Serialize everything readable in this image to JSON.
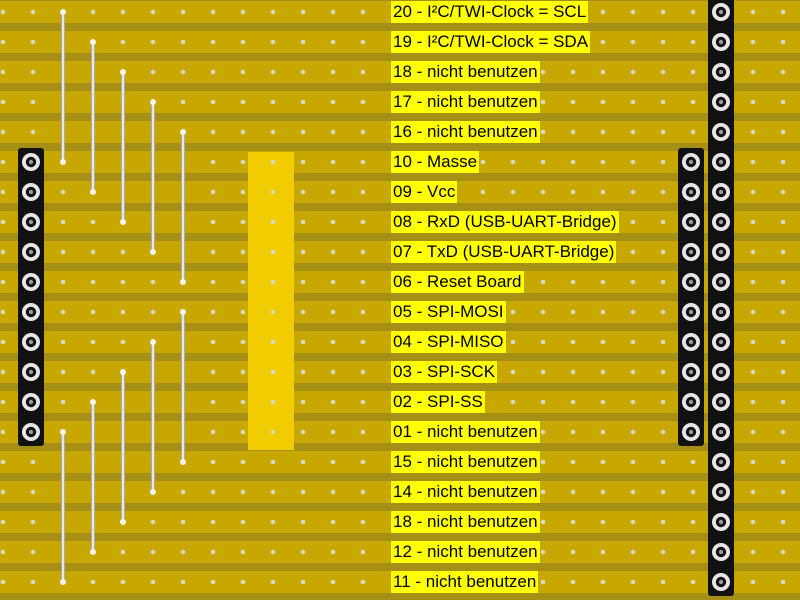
{
  "board": {
    "strip_color": "#c8a800",
    "gap_color": "#a58f14",
    "hole_color": "#d9d9c0",
    "wire_color": "#e8e8e8",
    "header_color": "#111111",
    "bridge_color": "#f0cc00",
    "label_bg": "#ffff00"
  },
  "labels": [
    "20 - I²C/TWI-Clock = SCL",
    "19 - I²C/TWI-Clock = SDA",
    "18 - nicht benutzen",
    "17 - nicht benutzen",
    "16 - nicht benutzen",
    "10 - Masse",
    "09 - Vcc",
    "08 - RxD (USB-UART-Bridge)",
    "07 - TxD (USB-UART-Bridge)",
    "06 - Reset Board",
    "05 - SPI-MOSI",
    "04 - SPI-MISO",
    "03 - SPI-SCK",
    "02 - SPI-SS",
    "01 - nicht benutzen",
    "15 - nicht benutzen",
    "14 - nicht benutzen",
    "18 - nicht benutzen",
    "12 - nicht benutzen",
    "11 - nicht benutzen"
  ]
}
